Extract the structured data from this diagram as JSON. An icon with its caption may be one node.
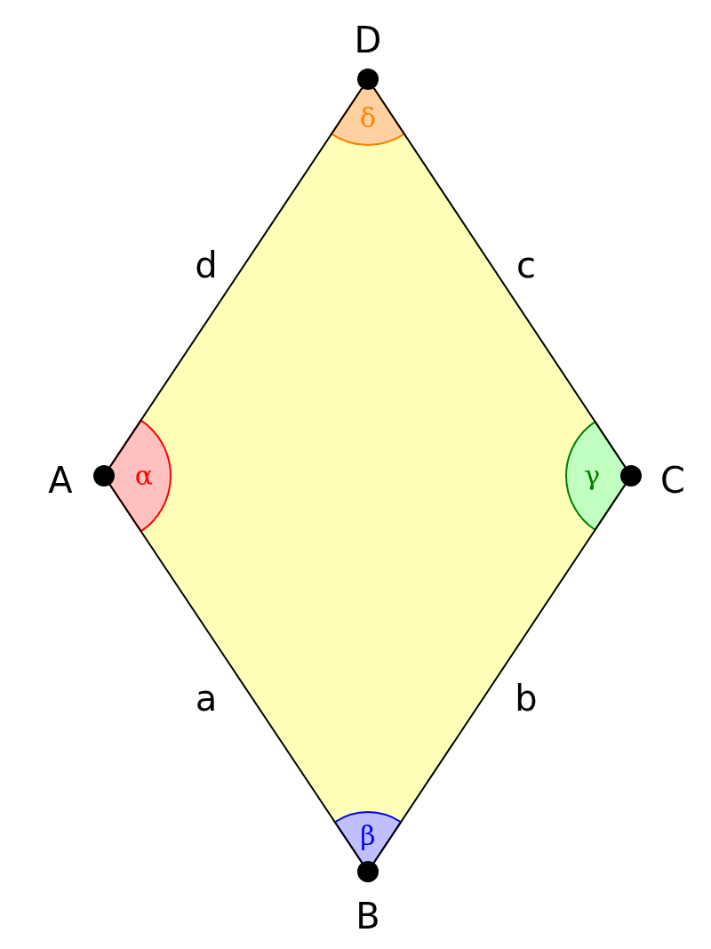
{
  "diagram": {
    "nodes": [
      {
        "text": [],
        "shape": "circle",
        "beside": [
          "A"
        ]
      },
      {
        "text": [],
        "shape": "circle",
        "beside": [
          "B"
        ]
      },
      {
        "text": [],
        "shape": "circle",
        "beside": [
          "C"
        ]
      },
      {
        "text": [],
        "shape": "circle",
        "beside": [
          "D"
        ]
      }
    ],
    "edges": [
      {
        "from": 0,
        "to": 1,
        "arrow": "none",
        "label": "a"
      },
      {
        "from": 1,
        "to": 2,
        "arrow": "none",
        "label": "b"
      },
      {
        "from": 2,
        "to": 3,
        "arrow": "none",
        "label": "c"
      },
      {
        "from": 3,
        "to": 0,
        "arrow": "none",
        "label": "d"
      }
    ],
    "labels": [
      "δ",
      "α",
      "γ",
      "β"
    ]
  }
}
